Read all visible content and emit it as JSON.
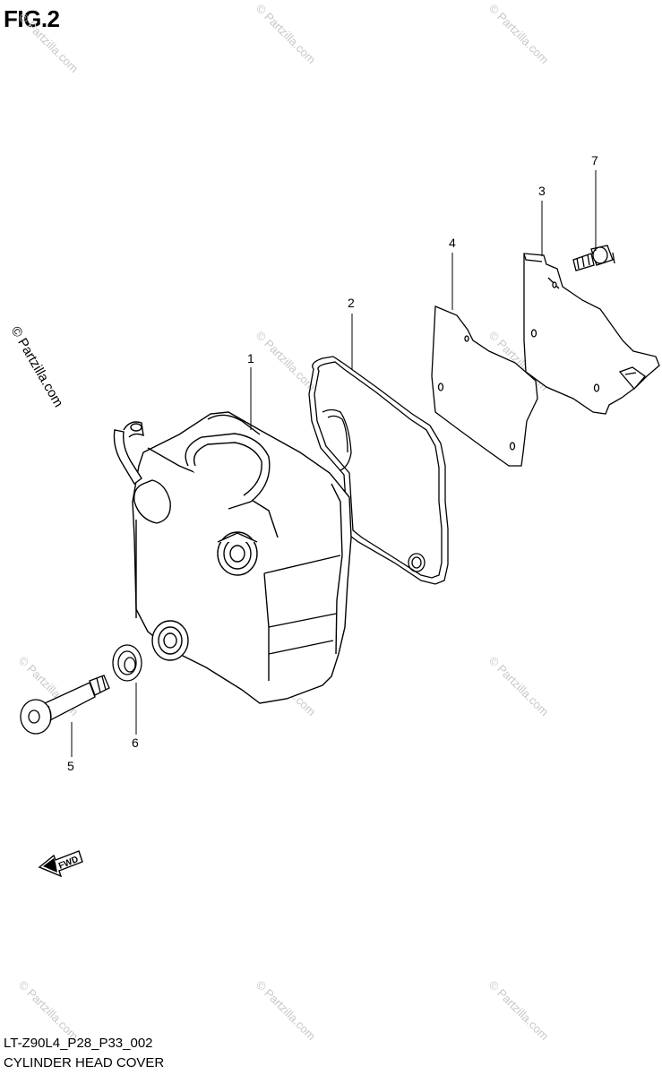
{
  "figure_title": "FIG.2",
  "watermark": "© Partzilla.com",
  "fwd_label": "FWD",
  "parts": [
    {
      "number": "1"
    },
    {
      "number": "2"
    },
    {
      "number": "3"
    },
    {
      "number": "4"
    },
    {
      "number": "5"
    },
    {
      "number": "6"
    },
    {
      "number": "7"
    }
  ],
  "footer": {
    "code": "LT-Z90L4_P28_P33_002",
    "name": "CYLINDER HEAD COVER"
  }
}
